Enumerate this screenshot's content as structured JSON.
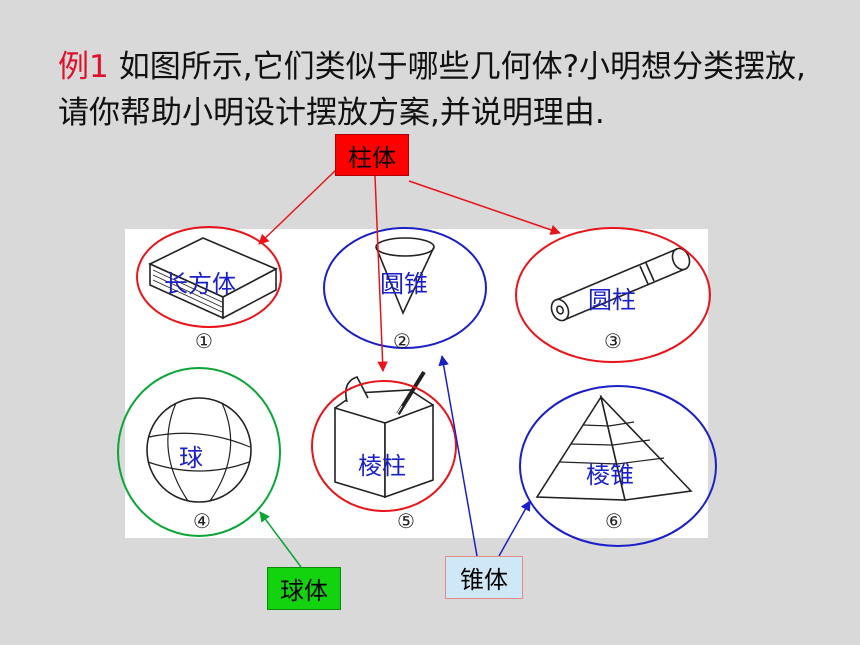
{
  "question": {
    "example": "例1",
    "text": "如图所示,它们类似于哪些几何体?小明想分类摆放,请你帮助小明设计摆放方案,并说明理由."
  },
  "categories": {
    "prism_body": "柱体",
    "sphere_body": "球体",
    "cone_body": "锥体"
  },
  "shapes": [
    {
      "label": "长方体",
      "number": "①"
    },
    {
      "label": "圆锥",
      "number": "②"
    },
    {
      "label": "圆柱",
      "number": "③"
    },
    {
      "label": "球",
      "number": "④"
    },
    {
      "label": "棱柱",
      "number": "⑤"
    },
    {
      "label": "棱锥",
      "number": "⑥"
    }
  ],
  "colors": {
    "red": "#e8141a",
    "blue": "#1a1fc8",
    "green": "#0aa534",
    "background": "#d9d9d9"
  }
}
